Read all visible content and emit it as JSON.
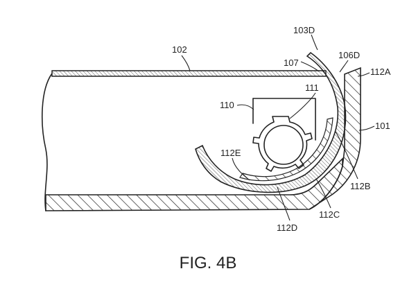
{
  "figure": {
    "caption": "FIG. 4B",
    "labels": {
      "l102": "102",
      "l103D": "103D",
      "l106D": "106D",
      "l107": "107",
      "l112A": "112A",
      "l111": "111",
      "l110": "110",
      "l101": "101",
      "l112E": "112E",
      "l112B": "112B",
      "l112C": "112C",
      "l112D": "112D"
    }
  }
}
